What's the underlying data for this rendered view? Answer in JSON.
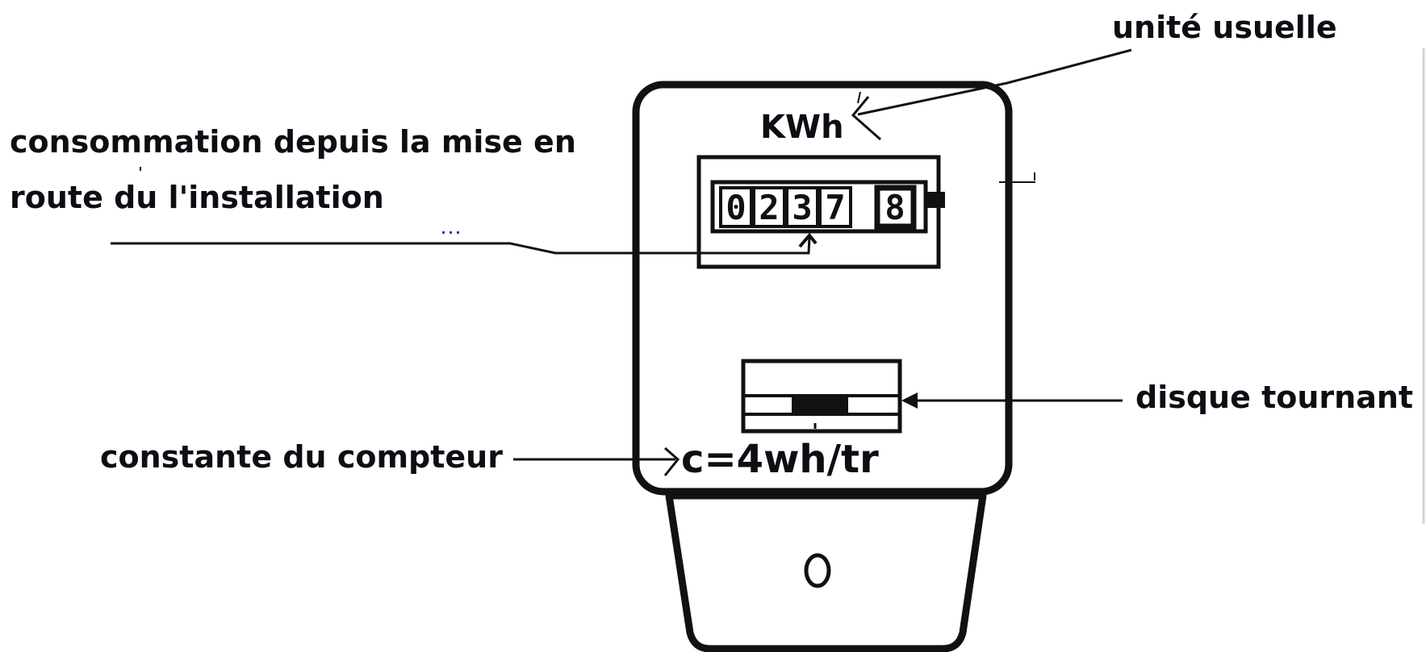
{
  "labels": {
    "unit_usuelle": "unité usuelle",
    "consommation_line1": "consommation depuis la mise en",
    "consommation_line2": "route du l'installation",
    "disque": "disque tournant",
    "constante": "constante du compteur",
    "unit": "KWh",
    "constant_value": "c=4wh/tr"
  },
  "counter_digits": [
    "0",
    "2",
    "3",
    "7",
    "8"
  ],
  "colors": {
    "ink": "#0d0d14",
    "stray_dots": "#2233cc",
    "background": "#ffffff"
  }
}
